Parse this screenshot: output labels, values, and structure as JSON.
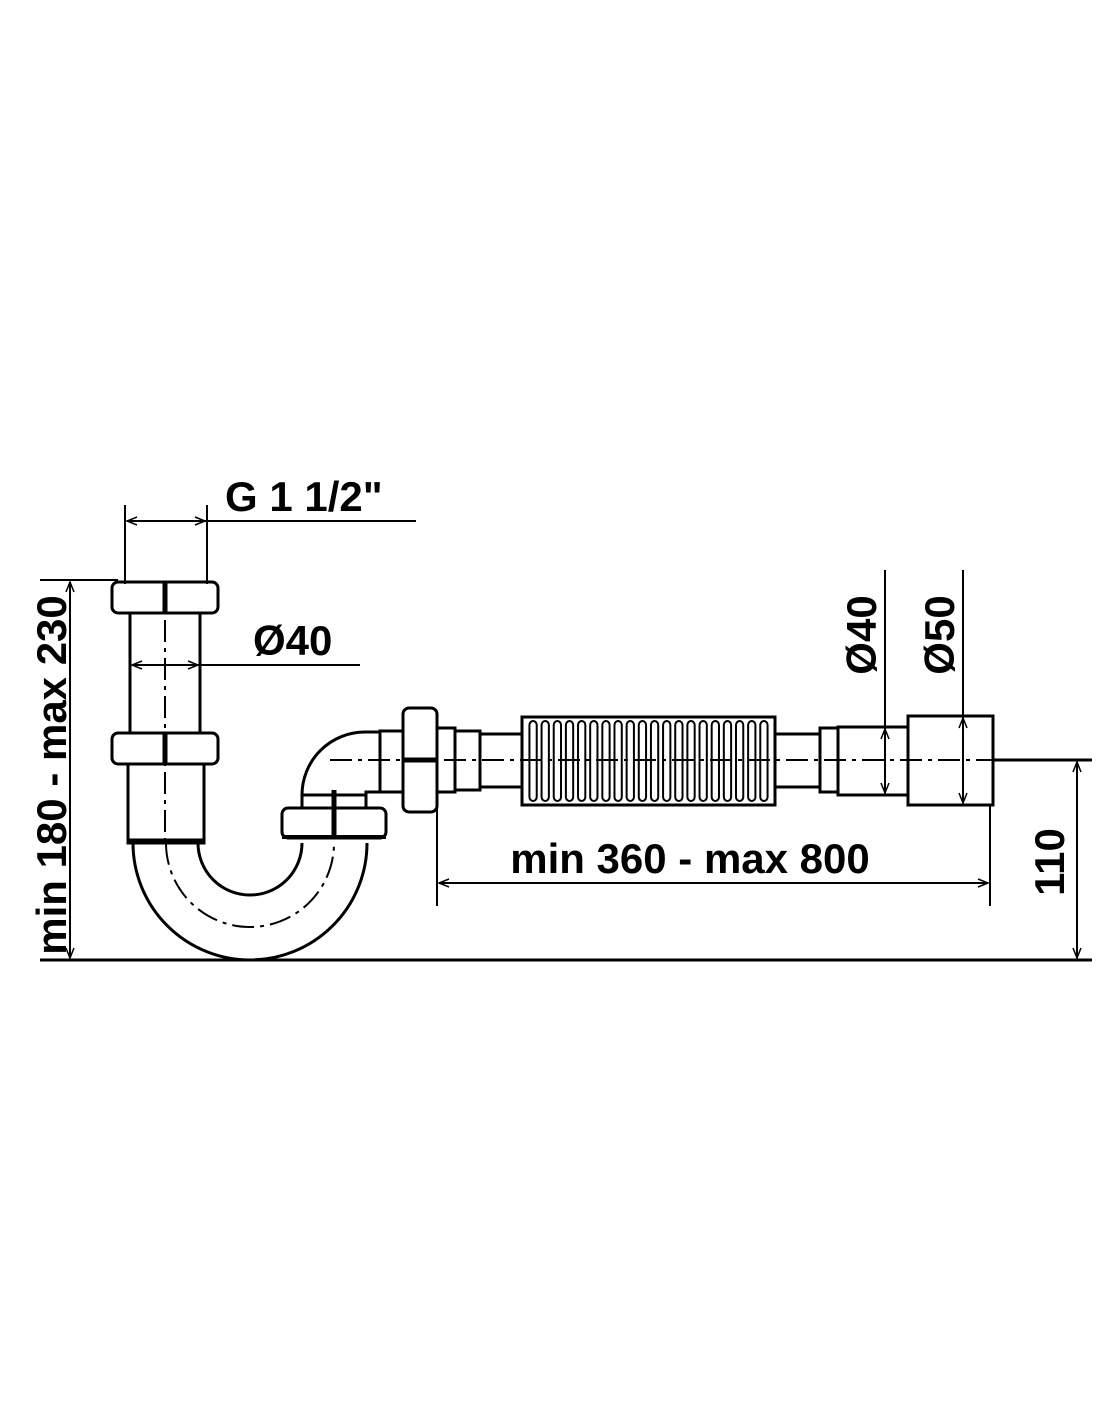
{
  "title": "Siphon dimension drawing",
  "dimensions": {
    "thread": "G 1 1/2\"",
    "inlet_diameter": "Ø40",
    "height_range": "min 180 - max 230",
    "length_range": "min 360 - max 800",
    "outlet_diameter_small": "Ø40",
    "outlet_diameter_large": "Ø50",
    "outlet_height": "110"
  },
  "bellows_ribs": 20
}
